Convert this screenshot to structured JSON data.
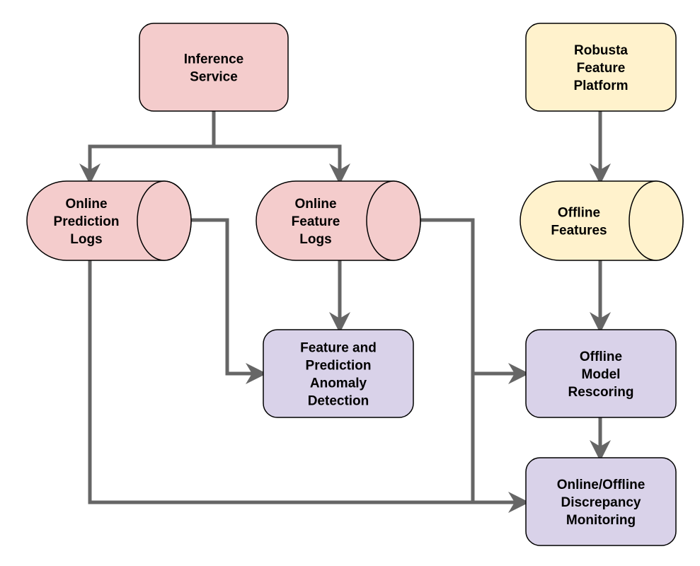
{
  "colors": {
    "source": "#f4cccc",
    "feature": "#fff2cc",
    "process": "#d9d2e9",
    "connector": "#666666",
    "outline": "#000000"
  },
  "nodes": {
    "inference_service": {
      "lines": [
        "Inference",
        "Service"
      ],
      "shape": "rounded-rect",
      "color": "source"
    },
    "robusta_feature_platform": {
      "lines": [
        "Robusta",
        "Feature",
        "Platform"
      ],
      "shape": "rounded-rect",
      "color": "feature"
    },
    "online_prediction_logs": {
      "lines": [
        "Online",
        "Prediction",
        "Logs"
      ],
      "shape": "cylinder",
      "color": "source"
    },
    "online_feature_logs": {
      "lines": [
        "Online",
        "Feature",
        "Logs"
      ],
      "shape": "cylinder",
      "color": "source"
    },
    "offline_features": {
      "lines": [
        "Offline",
        "Features"
      ],
      "shape": "cylinder",
      "color": "feature"
    },
    "anomaly_detection": {
      "lines": [
        "Feature and",
        "Prediction",
        "Anomaly",
        "Detection"
      ],
      "shape": "rounded-rect",
      "color": "process"
    },
    "offline_model_rescoring": {
      "lines": [
        "Offline",
        "Model",
        "Rescoring"
      ],
      "shape": "rounded-rect",
      "color": "process"
    },
    "discrepancy_monitoring": {
      "lines": [
        "Online/Offline",
        "Discrepancy",
        "Monitoring"
      ],
      "shape": "rounded-rect",
      "color": "process"
    }
  },
  "edges": [
    {
      "from": "inference_service",
      "to": "online_prediction_logs"
    },
    {
      "from": "inference_service",
      "to": "online_feature_logs"
    },
    {
      "from": "robusta_feature_platform",
      "to": "offline_features"
    },
    {
      "from": "online_feature_logs",
      "to": "anomaly_detection"
    },
    {
      "from": "online_prediction_logs",
      "to": "anomaly_detection"
    },
    {
      "from": "online_feature_logs",
      "to": "offline_model_rescoring"
    },
    {
      "from": "offline_features",
      "to": "offline_model_rescoring"
    },
    {
      "from": "offline_model_rescoring",
      "to": "discrepancy_monitoring"
    },
    {
      "from": "online_prediction_logs",
      "to": "discrepancy_monitoring"
    },
    {
      "from": "online_feature_logs",
      "to": "discrepancy_monitoring"
    }
  ]
}
